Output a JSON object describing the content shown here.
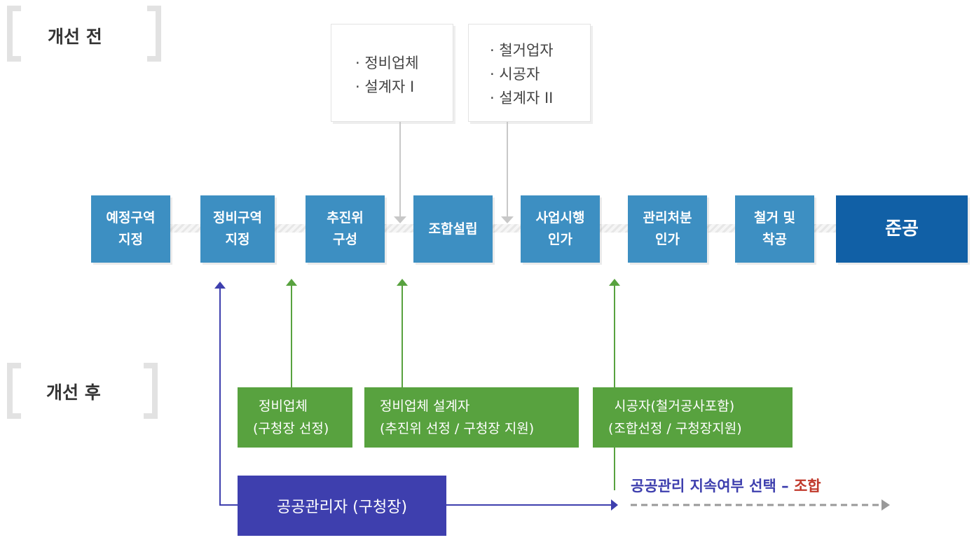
{
  "before": {
    "label": "개선 전"
  },
  "after": {
    "label": "개선 후"
  },
  "notes": [
    {
      "items": [
        "· 정비업체",
        "· 설계자 I"
      ]
    },
    {
      "items": [
        "· 철거업자",
        "· 시공자",
        "· 설계자 II"
      ]
    }
  ],
  "steps": [
    {
      "line1": "예정구역",
      "line2": "지정"
    },
    {
      "line1": "정비구역",
      "line2": "지정"
    },
    {
      "line1": "추진위",
      "line2": "구성"
    },
    {
      "line1": "조합설립",
      "line2": ""
    },
    {
      "line1": "사업시행",
      "line2": "인가"
    },
    {
      "line1": "관리처분",
      "line2": "인가"
    },
    {
      "line1": "철거 및",
      "line2": "착공"
    },
    {
      "line1": "준공",
      "line2": ""
    }
  ],
  "green_boxes": [
    {
      "line1": "정비업체",
      "line2": "(구청장 선정)"
    },
    {
      "line1": "정비업체 설계자",
      "line2": "(추진위 선정 / 구청장 지원)"
    },
    {
      "line1": "시공자(철거공사포함)",
      "line2": "(조합선정 / 구청장지원)"
    }
  ],
  "public_manager": {
    "label": "공공관리자 (구청장)"
  },
  "continuation": {
    "text": "공공관리 지속여부 선택 – ",
    "accent": "조합"
  },
  "colors": {
    "step": "#3d8fc2",
    "final_step": "#1160a6",
    "green": "#58a23f",
    "purple": "#3e3fae",
    "accent_red": "#c0392b"
  }
}
